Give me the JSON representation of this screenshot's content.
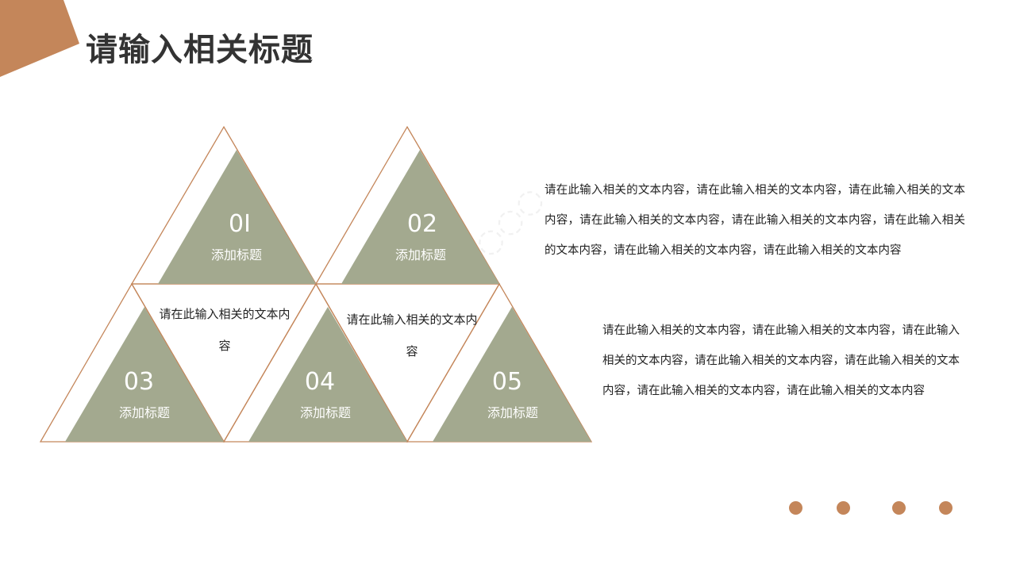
{
  "colors": {
    "accent": "#c4865a",
    "triangle_fill": "#a3a98f",
    "outline": "#c4865a",
    "title": "#333333"
  },
  "title": "请输入相关标题",
  "triangles": [
    {
      "number": "0I",
      "label": "添加标题"
    },
    {
      "number": "02",
      "label": "添加标题"
    },
    {
      "number": "03",
      "label": "添加标题"
    },
    {
      "number": "04",
      "label": "添加标题"
    },
    {
      "number": "05",
      "label": "添加标题"
    }
  ],
  "inner_texts": [
    "请在此输入相关的文本内容",
    "请在此输入相关的文本内容"
  ],
  "paragraphs": [
    "请在此输入相关的文本内容，请在此输入相关的文本内容，请在此输入相关的文本内容，请在此输入相关的文本内容，请在此输入相关的文本内容，请在此输入相关的文本内容，请在此输入相关的文本内容，请在此输入相关的文本内容",
    "请在此输入相关的文本内容，请在此输入相关的文本内容，请在此输入相关的文本内容，请在此输入相关的文本内容，请在此输入相关的文本内容，请在此输入相关的文本内容，请在此输入相关的文本内容"
  ]
}
